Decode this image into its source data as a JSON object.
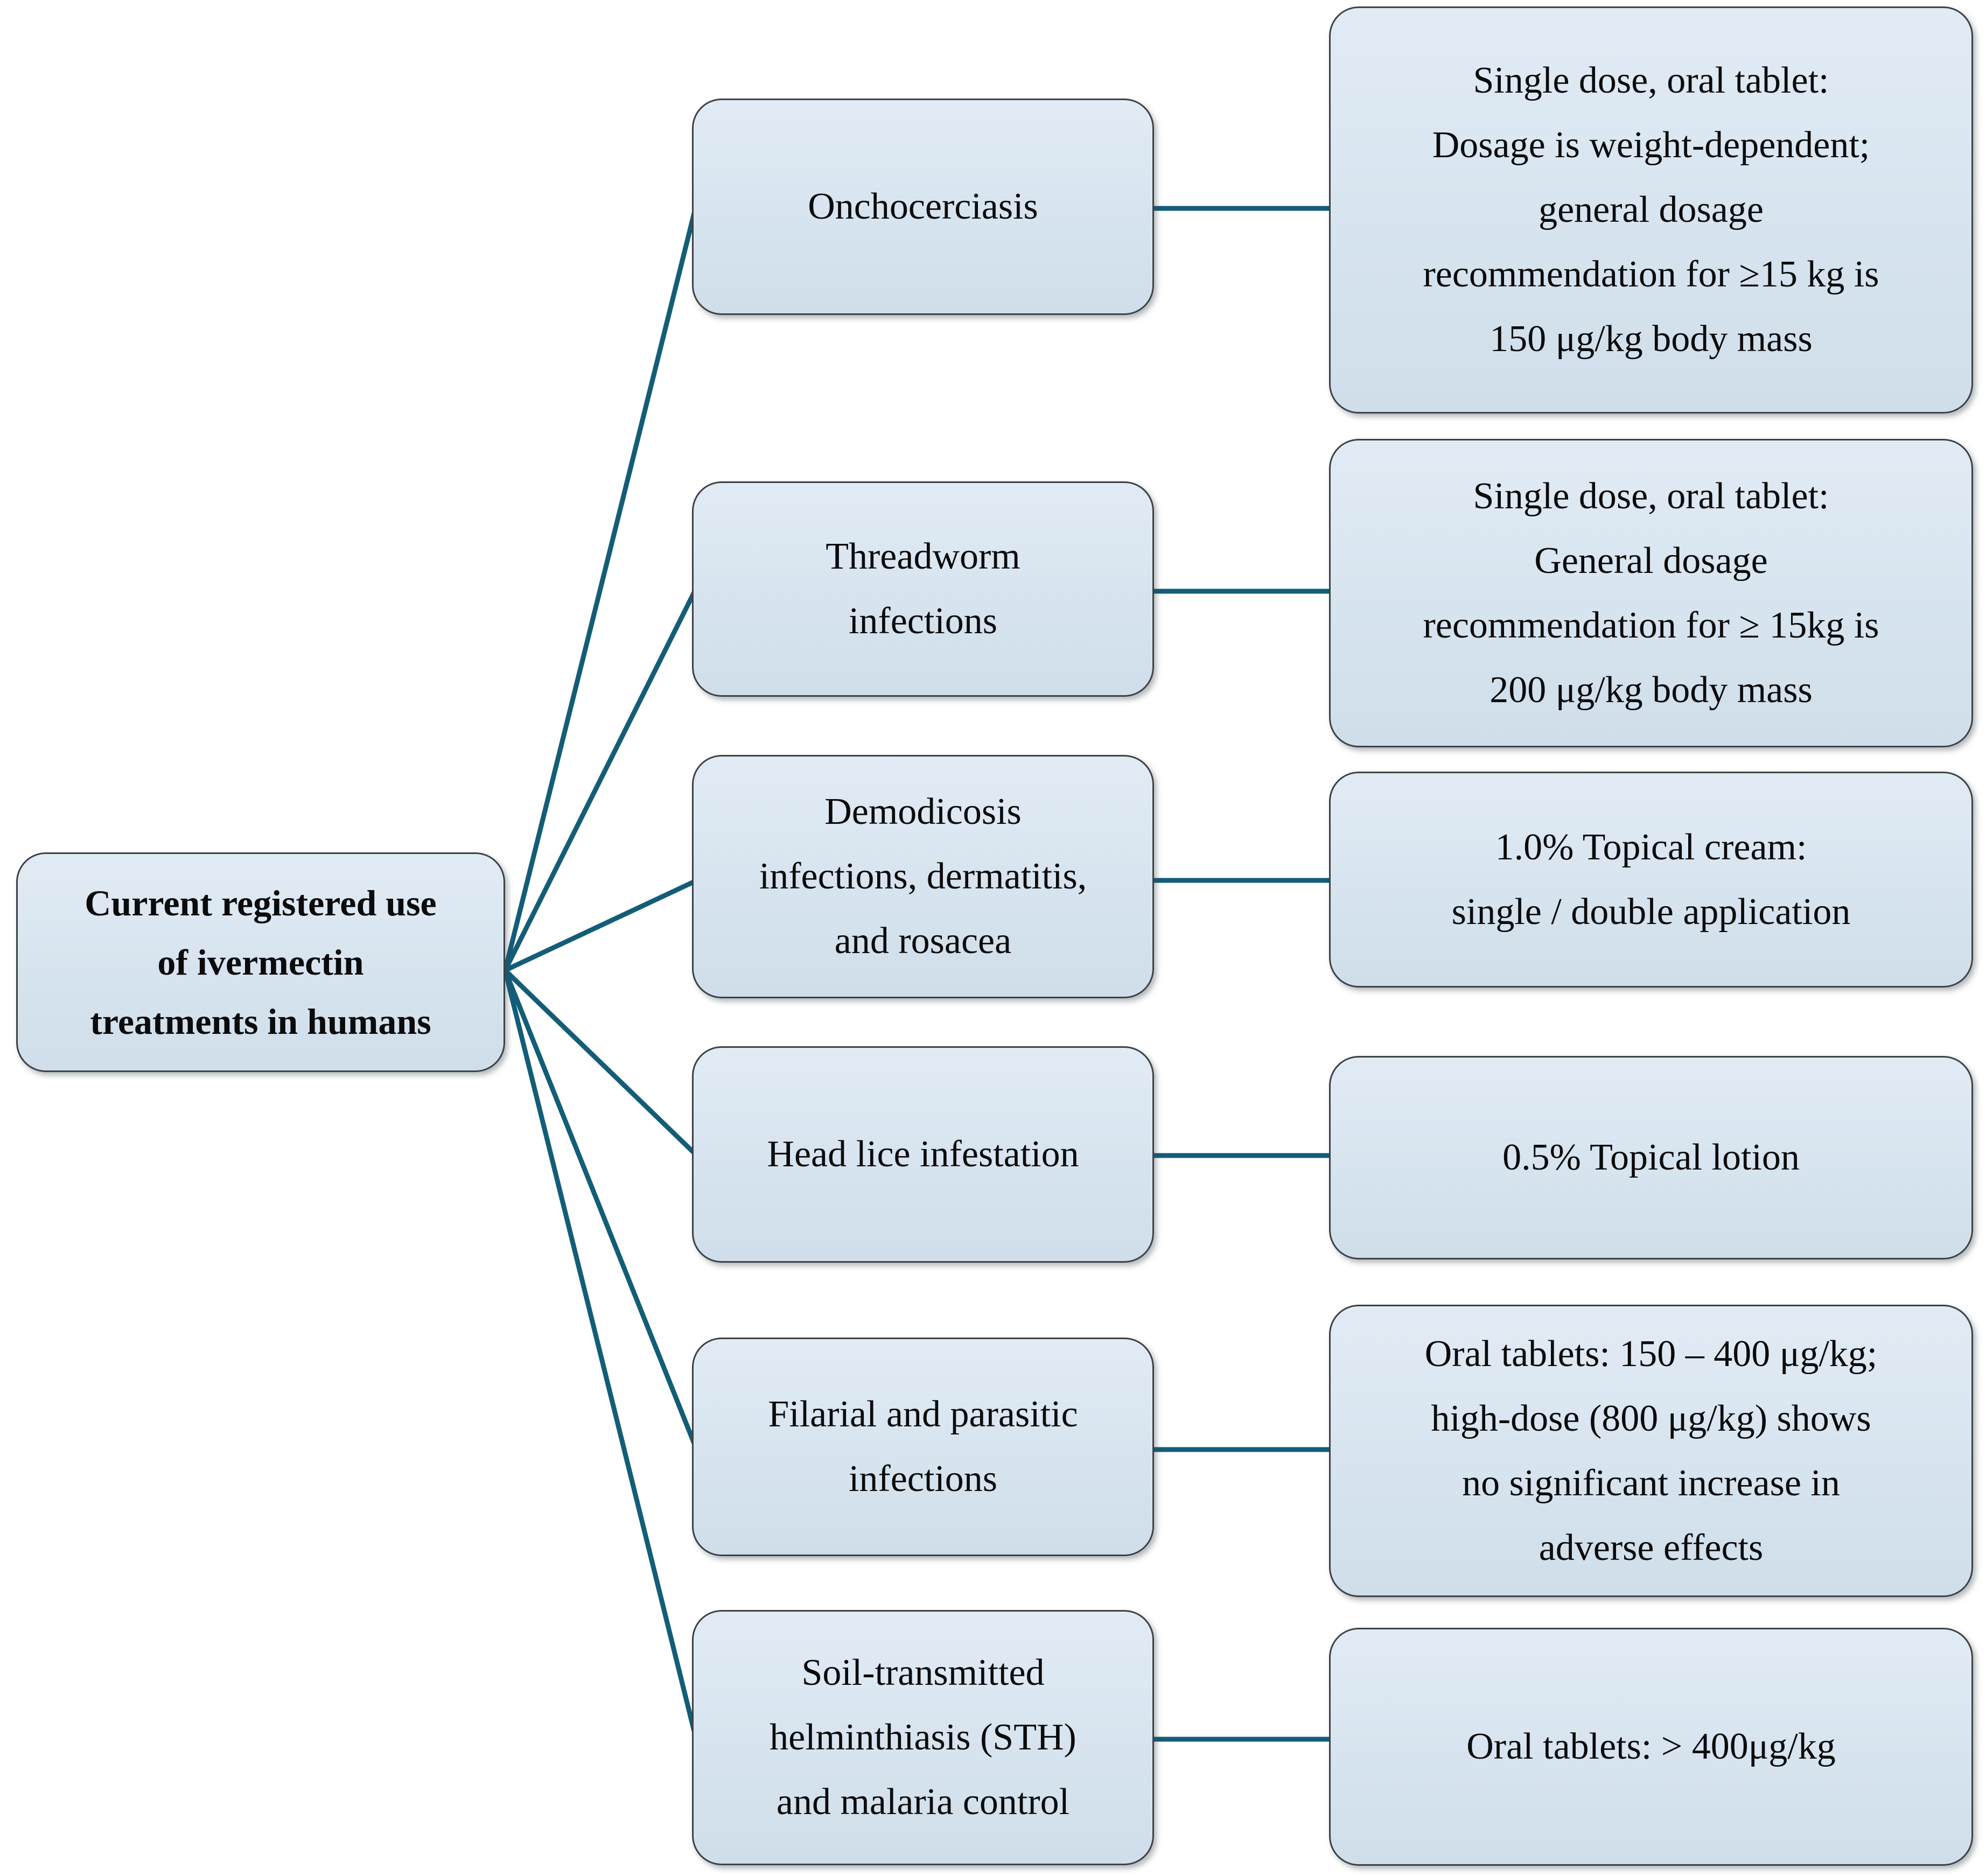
{
  "colors": {
    "connector": "#135d78",
    "box-border": "#3d4246",
    "box-fill-top": "#e1ebf4",
    "box-fill-mid": "#d8e5f0",
    "box-fill-bottom": "#cfdeea",
    "text": "#0b0b0c"
  },
  "root": {
    "label": "Current registered use\nof ivermectin\ntreatments in humans"
  },
  "rows": [
    {
      "condition": "Onchocerciasis",
      "treatment": "Single dose, oral tablet:\nDosage is weight-dependent;\ngeneral dosage\nrecommendation for ≥15 kg is\n150 μg/kg body mass"
    },
    {
      "condition": "Threadworm\ninfections",
      "treatment": "Single dose, oral tablet:\nGeneral dosage\nrecommendation for ≥ 15kg is\n200 μg/kg body mass"
    },
    {
      "condition": "Demodicosis\ninfections, dermatitis,\nand rosacea",
      "treatment": "1.0% Topical cream:\nsingle / double application"
    },
    {
      "condition": "Head lice infestation",
      "treatment": "0.5% Topical lotion"
    },
    {
      "condition": "Filarial and parasitic\ninfections",
      "treatment": "Oral tablets: 150 – 400 μg/kg;\nhigh-dose (800 μg/kg) shows\nno significant increase in\nadverse effects"
    },
    {
      "condition": "Soil-transmitted\nhelminthiasis (STH)\nand malaria control",
      "treatment": "Oral tablets: > 400μg/kg"
    }
  ]
}
